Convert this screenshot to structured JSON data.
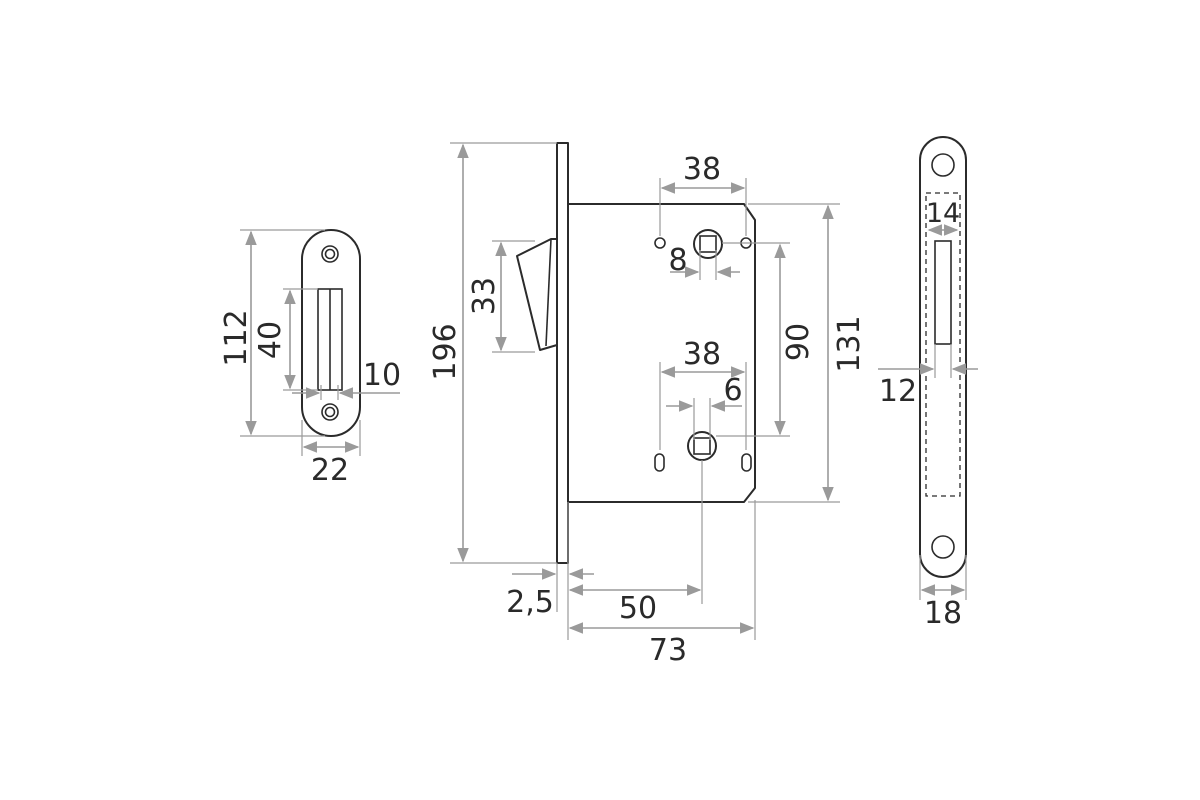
{
  "drawing": {
    "strike_plate": {
      "height": "112",
      "slot_height": "40",
      "slot_depth": "10",
      "width": "22"
    },
    "lock_body": {
      "total_height": "196",
      "latch_height": "33",
      "top_hole_spacing": "38",
      "spindle_offset": "8",
      "lower_hole_spacing": "38",
      "lower_spindle_offset": "6",
      "spindle_distance": "90",
      "case_height": "131",
      "faceplate_thickness": "2,5",
      "backset": "50",
      "case_depth": "73"
    },
    "faceplate": {
      "slot_width": "14",
      "offset": "12",
      "width": "18"
    }
  }
}
